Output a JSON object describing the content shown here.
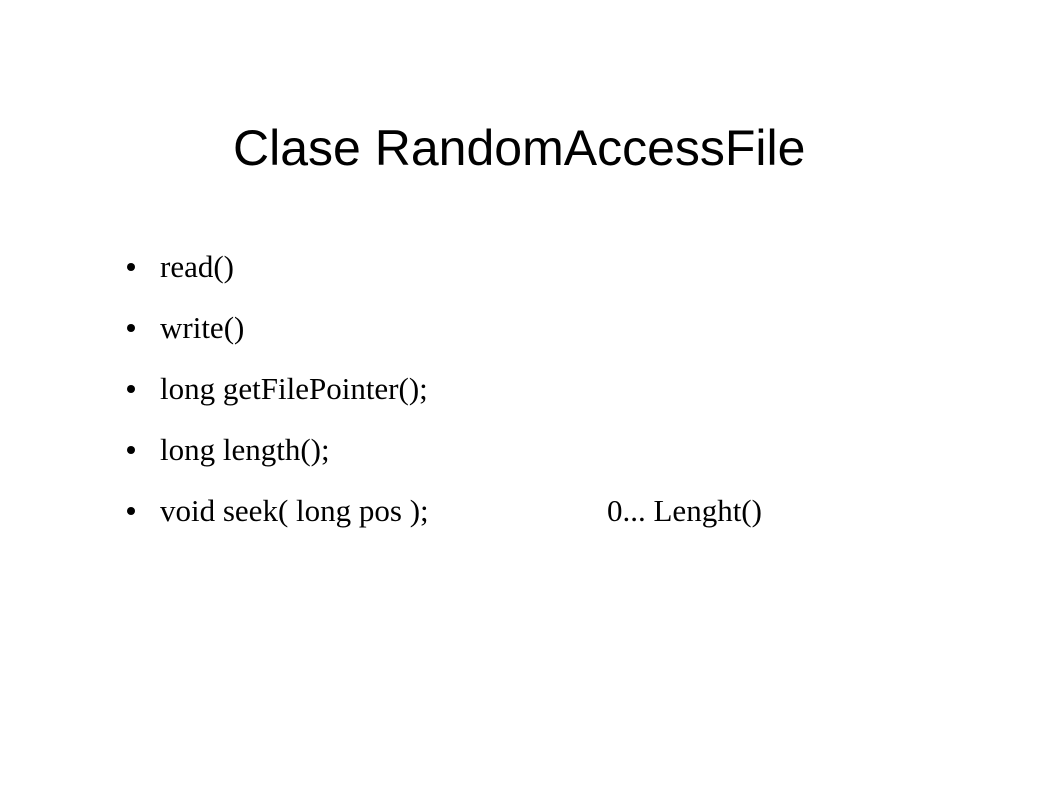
{
  "slide": {
    "title": "Clase RandomAccessFile",
    "bullets": [
      {
        "text": "read()",
        "icon": "bullet-dot-icon"
      },
      {
        "text": "write()",
        "icon": "bullet-dot-icon"
      },
      {
        "text": "long getFilePointer();",
        "icon": "bullet-dot-icon"
      },
      {
        "text": "long length();",
        "icon": "bullet-dot-icon"
      },
      {
        "text": "void seek( long pos );",
        "note": "0... Lenght()",
        "icon": "bullet-dot-icon"
      }
    ]
  }
}
